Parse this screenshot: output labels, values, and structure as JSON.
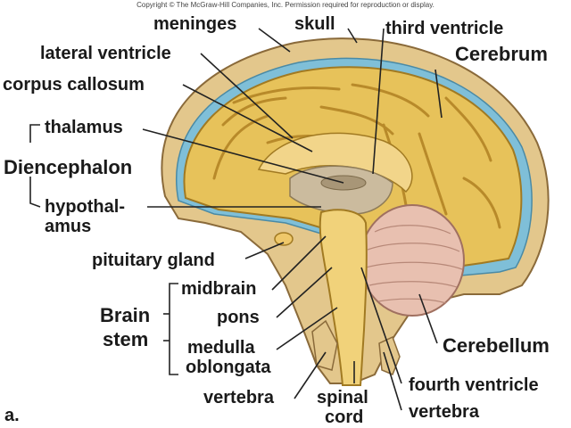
{
  "copyright": "Copyright © The McGraw-Hill Companies, Inc. Permission required for reproduction or display.",
  "figure_letter": "a.",
  "labels": {
    "meninges": "meninges",
    "skull": "skull",
    "third_ventricle": "third ventricle",
    "cerebrum": "Cerebrum",
    "lateral_ventricle": "lateral ventricle",
    "corpus_callosum": "corpus callosum",
    "thalamus": "thalamus",
    "diencephalon": "Diencephalon",
    "hypothalamus_1": "hypothal-",
    "hypothalamus_2": "amus",
    "pituitary_gland": "pituitary gland",
    "midbrain": "midbrain",
    "brain_stem_1": "Brain",
    "brain_stem_2": "stem",
    "pons": "pons",
    "medulla_1": "medulla",
    "medulla_2": "oblongata",
    "vertebra_left": "vertebra",
    "spinal_1": "spinal",
    "spinal_2": "cord",
    "cerebellum": "Cerebellum",
    "fourth_ventricle": "fourth ventricle",
    "vertebra_right": "vertebra"
  },
  "colors": {
    "skull": "#e3c78c",
    "meninges": "#7fbfd8",
    "cerebrum": "#e7c25a",
    "cerebrum_shadow": "#b88a2a",
    "cerebellum": "#e8c0b0",
    "brainstem": "#f1d27a",
    "diencephalon": "#cbbb9e"
  }
}
